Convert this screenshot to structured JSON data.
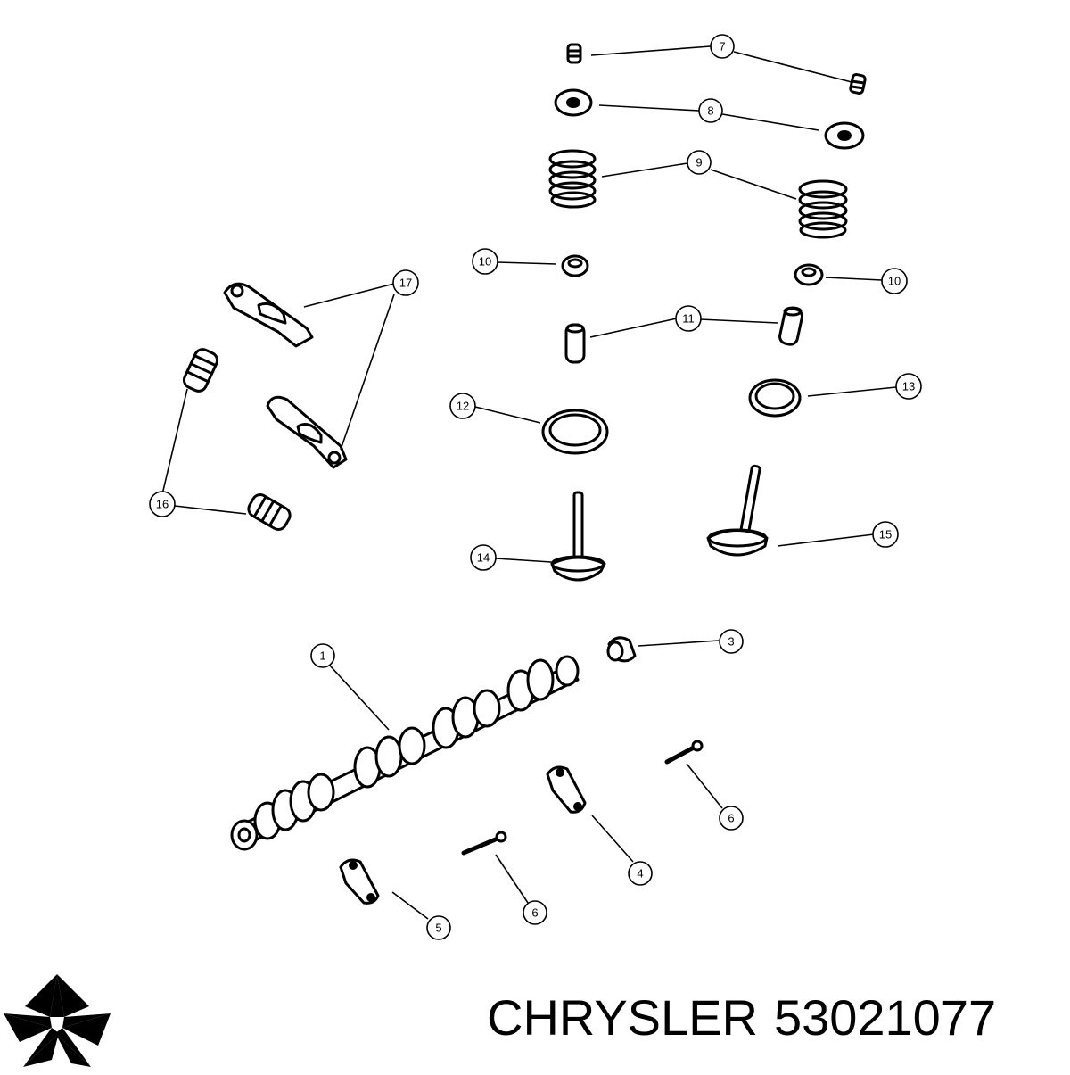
{
  "footer": {
    "brand": "CHRYSLER",
    "part_number": "53021077",
    "logo_icon": "pentastar-logo-icon"
  },
  "callouts": {
    "c1": "1",
    "c3": "3",
    "c4": "4",
    "c5": "5",
    "c6a": "6",
    "c6b": "6",
    "c7": "7",
    "c8": "8",
    "c9": "9",
    "c10a": "10",
    "c10b": "10",
    "c11": "11",
    "c12": "12",
    "c13": "13",
    "c14": "14",
    "c15": "15",
    "c16": "16",
    "c17": "17"
  },
  "colors": {
    "ink": "#000000",
    "paper": "#ffffff"
  }
}
